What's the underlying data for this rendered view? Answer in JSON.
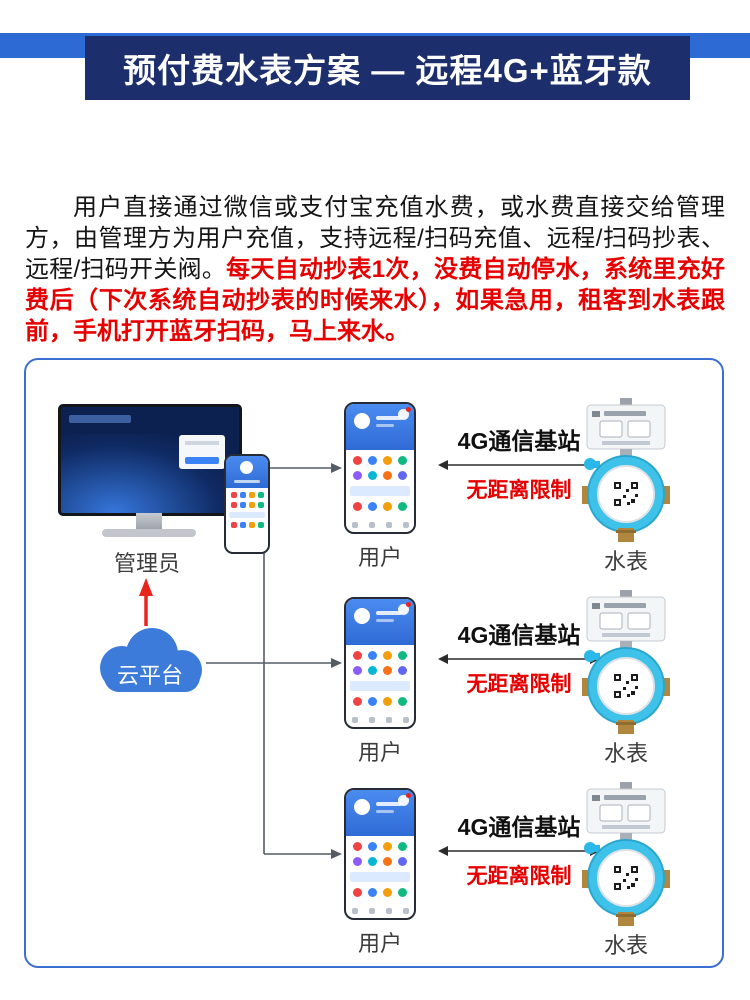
{
  "banner": {
    "title": "预付费水表方案 — 远程4G+蓝牙款"
  },
  "intro": {
    "black": "用户直接通过微信或支付宝充值水费，或水费直接交给管理方，由管理方为用户充值，支持远程/扫码充值、远程/扫码抄表、远程/扫码开关阀。",
    "red": "每天自动抄表1次，没费自动停水，系统里充好费后（下次系统自动抄表的时候来水），如果急用，租客到水表跟前，手机打开蓝牙扫码，马上来水。"
  },
  "diagram": {
    "admin_label": "管理员",
    "cloud_label": "云平台",
    "rows": [
      {
        "user_label": "用户",
        "station_label": "4G通信基站",
        "limit_label": "无距离限制",
        "meter_label": "水表"
      },
      {
        "user_label": "用户",
        "station_label": "4G通信基站",
        "limit_label": "无距离限制",
        "meter_label": "水表"
      },
      {
        "user_label": "用户",
        "station_label": "4G通信基站",
        "limit_label": "无距离限制",
        "meter_label": "水表"
      }
    ]
  },
  "colors": {
    "top_strip": "#2e6ad3",
    "banner_bg": "#1c2e6b",
    "red_text": "#e60000",
    "diagram_border": "#3b6fd1",
    "cloud": "#3c7bd9",
    "meter_body": "#3fc2e9"
  }
}
